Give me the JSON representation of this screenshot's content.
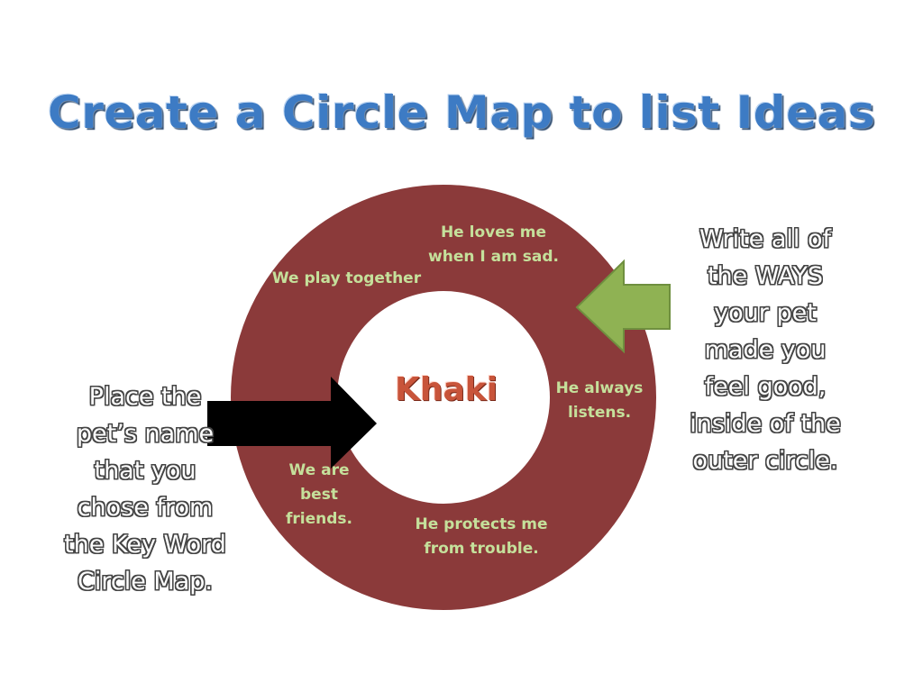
{
  "title": "Create a Circle Map to list Ideas",
  "center": {
    "text": "Khaki"
  },
  "outer_items": [
    {
      "lines": [
        "He loves me",
        "when I am sad."
      ]
    },
    {
      "lines": [
        "We play together"
      ]
    },
    {
      "lines": [
        "He always",
        "listens."
      ]
    },
    {
      "lines": [
        "We are",
        "best",
        "friends."
      ]
    },
    {
      "lines": [
        "He protects me",
        "from trouble."
      ]
    }
  ],
  "left_instruction": {
    "lines": [
      "Place the",
      "pet’s name",
      "that you",
      "chose from",
      "the Key Word",
      "Circle Map."
    ]
  },
  "right_instruction": {
    "lines": [
      "Write all of",
      "the WAYS",
      "your pet",
      "made you",
      "feel good,",
      "inside of the",
      "outer circle."
    ]
  },
  "colors": {
    "ring": "#8b3a3a",
    "ring_text": "#c5e09b",
    "center_text": "#c8543a",
    "title": "#3d7bc4",
    "left_arrow": "#000000",
    "right_arrow": "#8fb253"
  },
  "icons": {
    "left_arrow": "right-arrow-icon",
    "right_arrow": "left-arrow-icon"
  }
}
